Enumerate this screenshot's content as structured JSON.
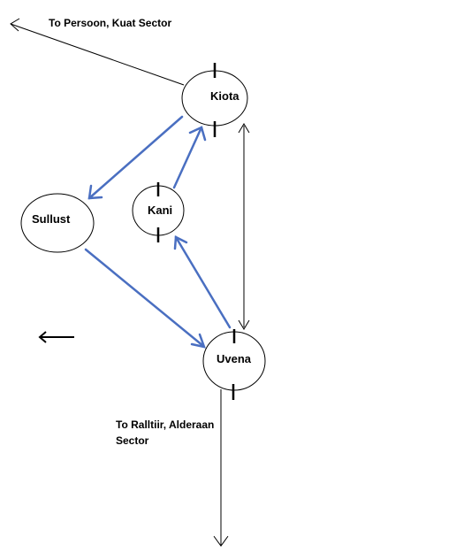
{
  "nodes": {
    "kiota": "Kiota",
    "kani": "Kani",
    "sullust": "Sullust",
    "uvena": "Uvena"
  },
  "routes": {
    "north_exit_label": "To Persoon, Kuat Sector",
    "south_exit_line1": "To Ralltiir, Alderaan",
    "south_exit_line2": "Sector"
  },
  "colors": {
    "outline": "#000000",
    "primary_route": "#4a6fc1",
    "background": "#ffffff"
  }
}
